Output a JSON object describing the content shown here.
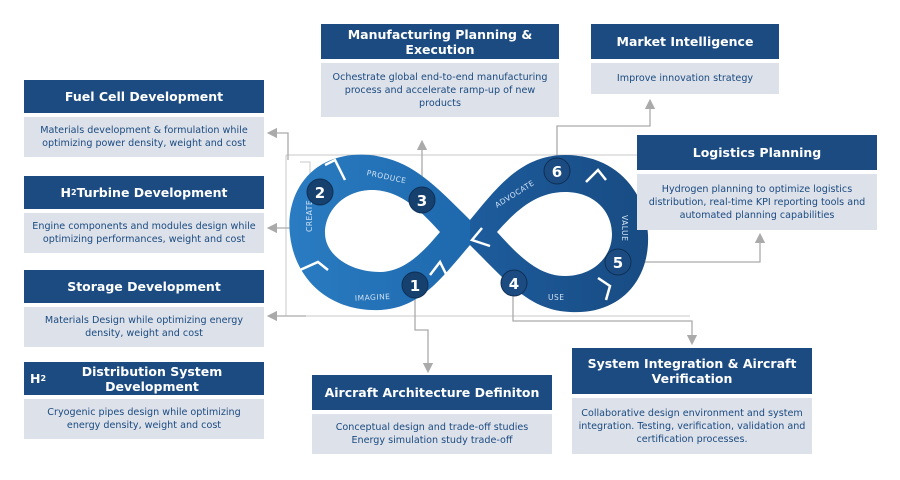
{
  "cards": {
    "fuel_cell": {
      "title": "Fuel Cell Development",
      "desc": "Materials development & formulation while optimizing power density, weight and cost"
    },
    "turbine": {
      "title_prefix": "H",
      "title_sub": "2",
      "title_rest": " Turbine Development",
      "desc": "Engine components and modules design while optimizing performances, weight and cost"
    },
    "storage": {
      "title": "Storage Development",
      "desc": "Materials Design while optimizing energy density, weight and cost"
    },
    "distribution": {
      "title_prefix": "H",
      "title_sub": "2",
      "title_rest": " Distribution System Development",
      "desc": "Cryogenic pipes design while optimizing energy density, weight and cost"
    },
    "manufacturing": {
      "title": "Manufacturing Planning & Execution",
      "desc": "Ochestrate global end-to-end manufacturing process and accelerate ramp-up of new products"
    },
    "market": {
      "title": "Market Intelligence",
      "desc": "Improve innovation strategy"
    },
    "logistics": {
      "title": "Logistics Planning",
      "desc": "Hydrogen planning to optimize logistics distribution, real-time KPI reporting tools and automated planning capabilities"
    },
    "architecture": {
      "title": "Aircraft Architecture Definiton",
      "desc": "Conceptual design and trade-off studies Energy simulation study trade-off"
    },
    "integration": {
      "title": "System Integration & Aircraft Verification",
      "desc": "Collaborative design environment and system integration. Testing, verification, validation and certification processes."
    }
  },
  "loop": {
    "segments": {
      "imagine": "IMAGINE",
      "create": "CREATE",
      "produce": "PRODUCE",
      "use": "USE",
      "value": "VALUE",
      "advocate": "ADVOCATE"
    },
    "steps": [
      "1",
      "2",
      "3",
      "4",
      "5",
      "6"
    ],
    "colors": {
      "left": "#1f6fb5",
      "right": "#1b4b80",
      "badge": "#16406e",
      "connector": "#aaaaaa"
    }
  }
}
